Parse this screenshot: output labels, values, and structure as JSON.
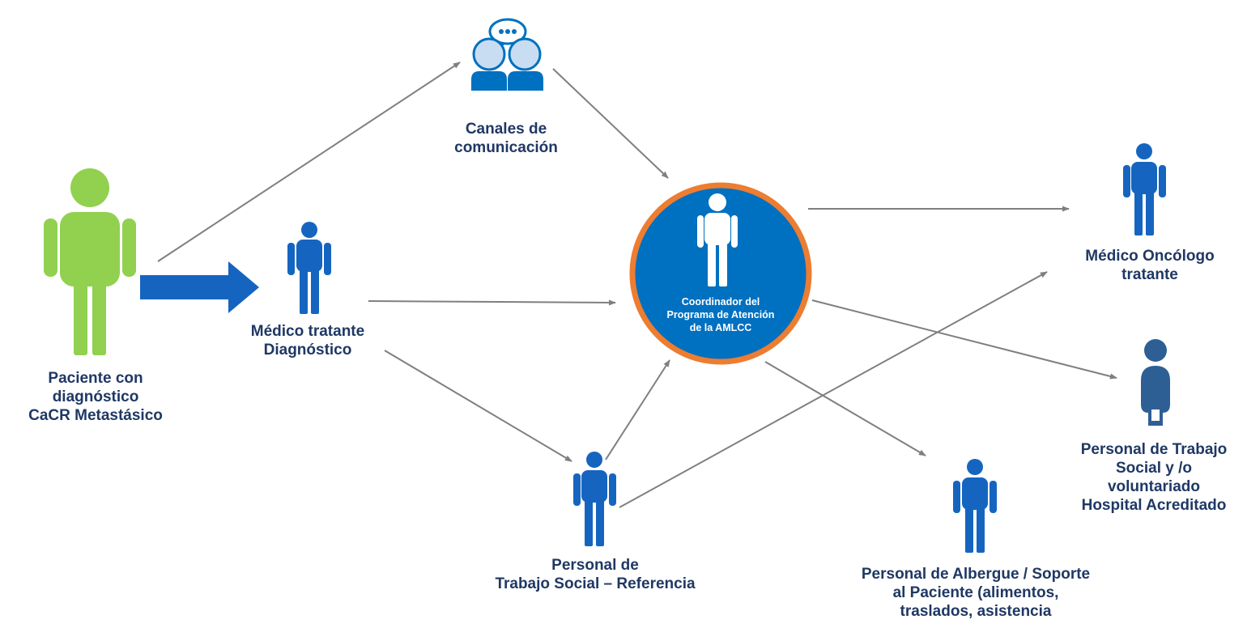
{
  "colors": {
    "patient": "#92d050",
    "person": "#1565c0",
    "volunteer": "#2e5f94",
    "arrow": "#7f7f7f",
    "big_arrow": "#1565c0",
    "coordinator_fill": "#0070c0",
    "coordinator_ring": "#ed7d31",
    "chat_icon": "#0070c0",
    "label_text": "#1f3864"
  },
  "nodes": {
    "patient": {
      "icon": "person-icon",
      "lines": [
        "Paciente con",
        "diagnóstico",
        "CaCR Metastásico"
      ]
    },
    "treating_doctor": {
      "icon": "person-icon",
      "lines": [
        "Médico tratante",
        "Diagnóstico"
      ]
    },
    "channels": {
      "icon": "chat-people-icon",
      "lines": [
        "Canales de",
        "comunicación"
      ]
    },
    "coordinator": {
      "icon": "person-icon",
      "lines": [
        "Coordinador del",
        "Programa de Atención",
        "de la AMLCC"
      ]
    },
    "social_work_referral": {
      "icon": "person-icon",
      "lines": [
        "Personal de",
        "Trabajo Social – Referencia"
      ]
    },
    "oncologist": {
      "icon": "person-icon",
      "lines": [
        "Médico Oncólogo",
        "tratante"
      ]
    },
    "shelter_staff": {
      "icon": "person-icon",
      "lines": [
        "Personal de Albergue / Soporte",
        "al Paciente (alimentos,",
        "traslados, asistencia"
      ]
    },
    "social_work_volunteer": {
      "icon": "person-icon",
      "lines": [
        "Personal de  Trabajo",
        "Social y /o",
        "voluntariado",
        "Hospital Acreditado"
      ]
    }
  }
}
